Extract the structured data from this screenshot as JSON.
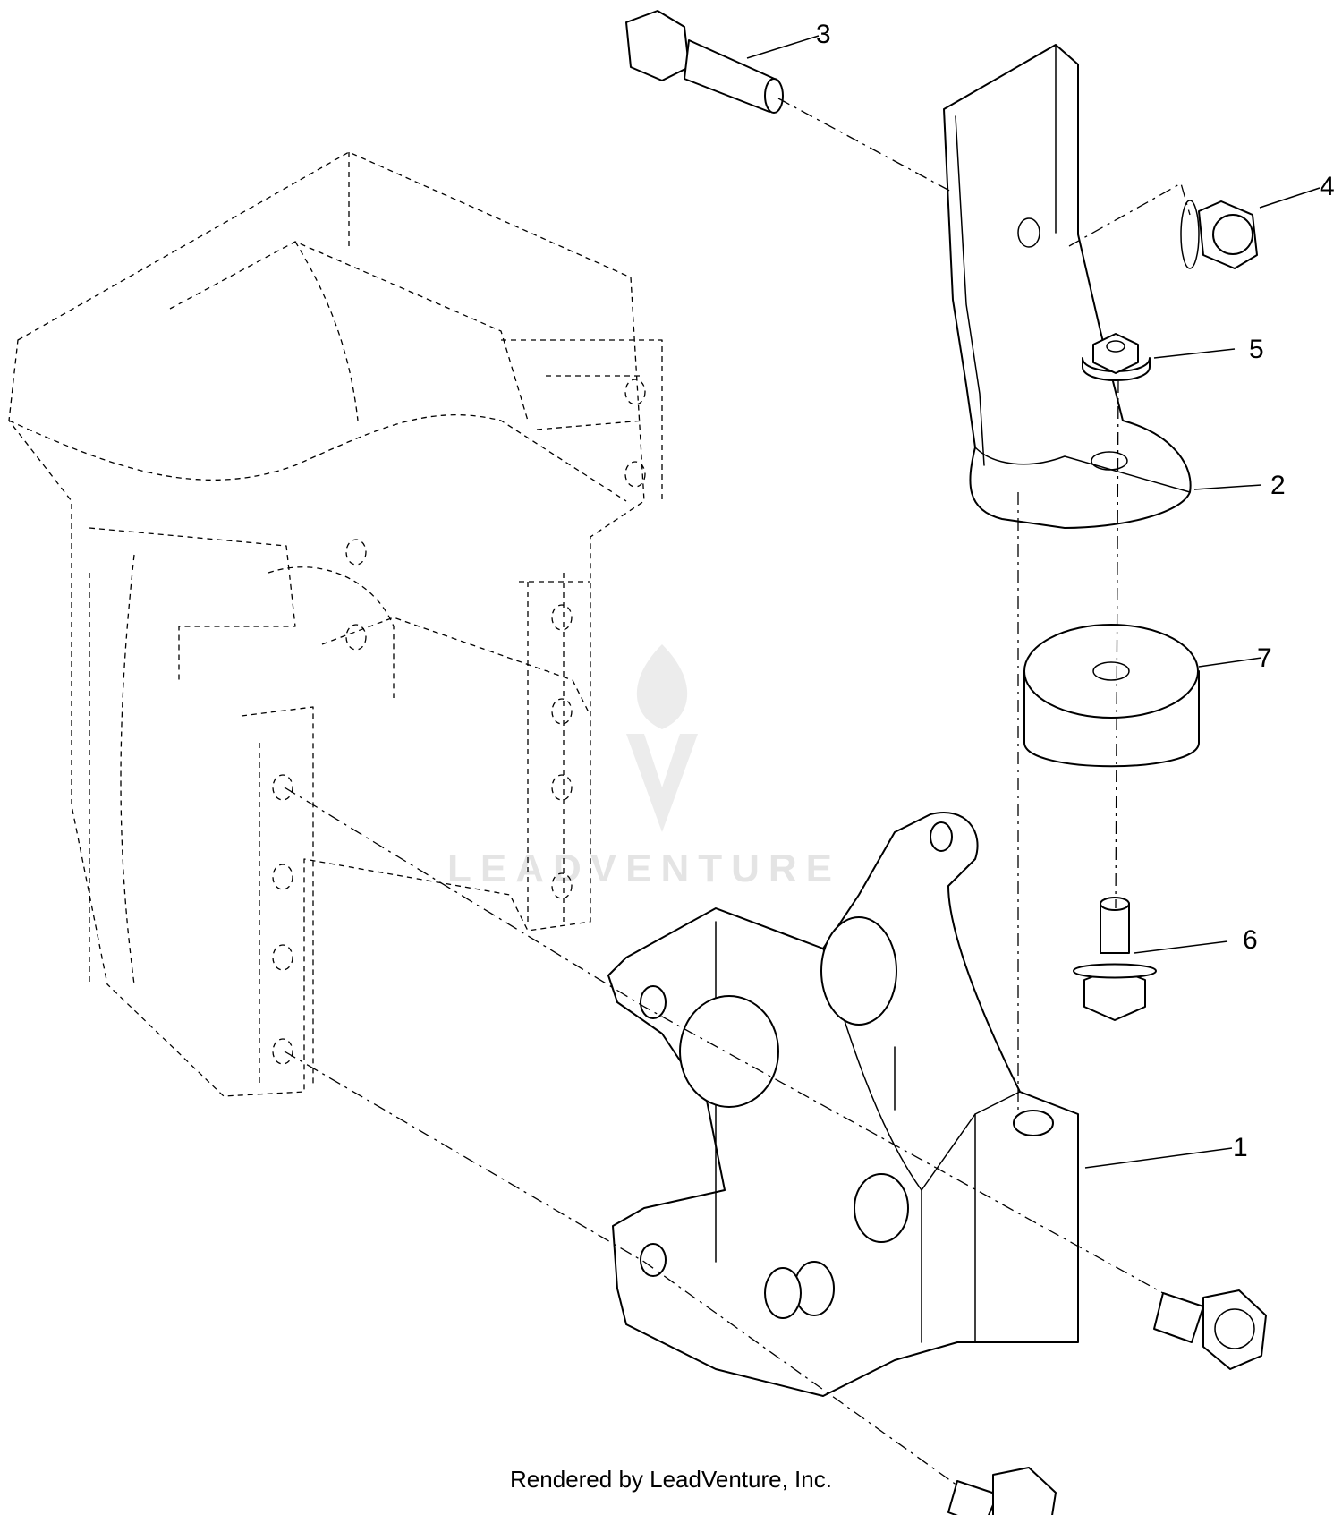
{
  "diagram": {
    "callouts": [
      {
        "id": "c1",
        "label": "1"
      },
      {
        "id": "c2",
        "label": "2"
      },
      {
        "id": "c3",
        "label": "3"
      },
      {
        "id": "c4",
        "label": "4"
      },
      {
        "id": "c5",
        "label": "5"
      },
      {
        "id": "c6",
        "label": "6"
      },
      {
        "id": "c7",
        "label": "7"
      }
    ],
    "watermark": "LEADVENTURE"
  },
  "footer": {
    "text": "Rendered by LeadVenture, Inc."
  }
}
